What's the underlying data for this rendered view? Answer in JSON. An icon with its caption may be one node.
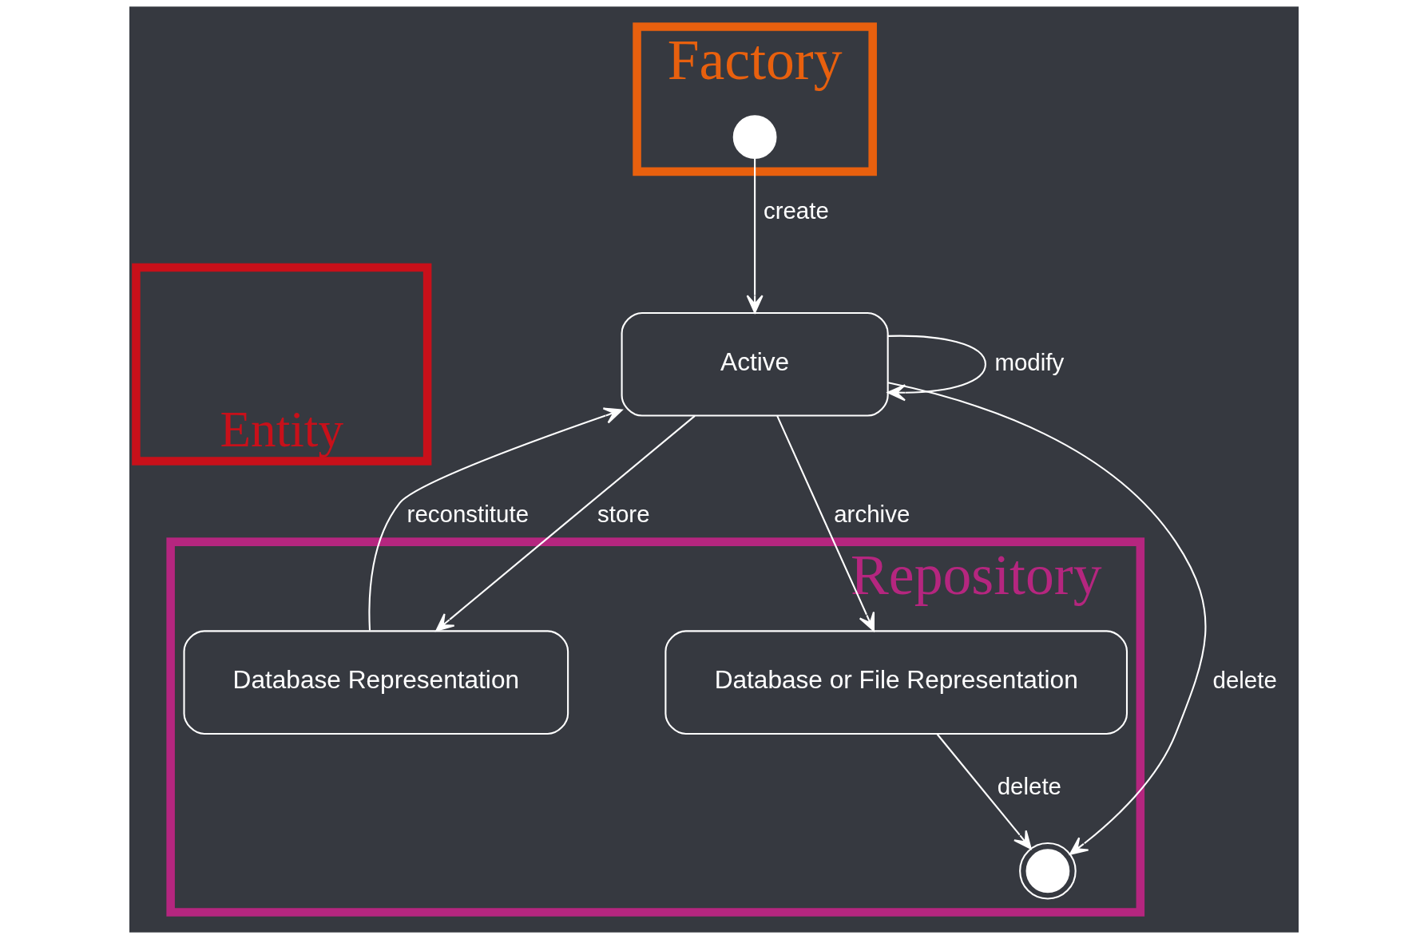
{
  "diagram": {
    "nodes": [
      {
        "text": [
          "Factory"
        ]
      },
      {
        "text": [],
        "shape": "circle",
        "in": 0
      },
      {
        "text": [
          "Repository"
        ]
      },
      {
        "text": [
          "Entity"
        ]
      },
      {
        "text": [
          "Active"
        ]
      },
      {
        "text": [
          "Database Representation"
        ],
        "in": 2
      },
      {
        "text": [
          "Database or File Representation"
        ],
        "in": 2
      },
      {
        "text": [],
        "shape": "circle",
        "in": 2
      }
    ],
    "edges": [
      {
        "from": 1,
        "to": 4,
        "arrow": "to",
        "label": "create"
      },
      {
        "from": 4,
        "to": 4,
        "arrow": "to",
        "label": "modify"
      },
      {
        "from": 4,
        "to": 5,
        "arrow": "to",
        "label": "store"
      },
      {
        "from": 5,
        "to": 4,
        "arrow": "to",
        "label": "reconstitute"
      },
      {
        "from": 4,
        "to": 7,
        "arrow": "to",
        "label": "delete"
      },
      {
        "from": 4,
        "to": 6,
        "arrow": "to",
        "label": "archive"
      },
      {
        "from": 6,
        "to": 7,
        "arrow": "to",
        "label": "delete"
      }
    ]
  }
}
